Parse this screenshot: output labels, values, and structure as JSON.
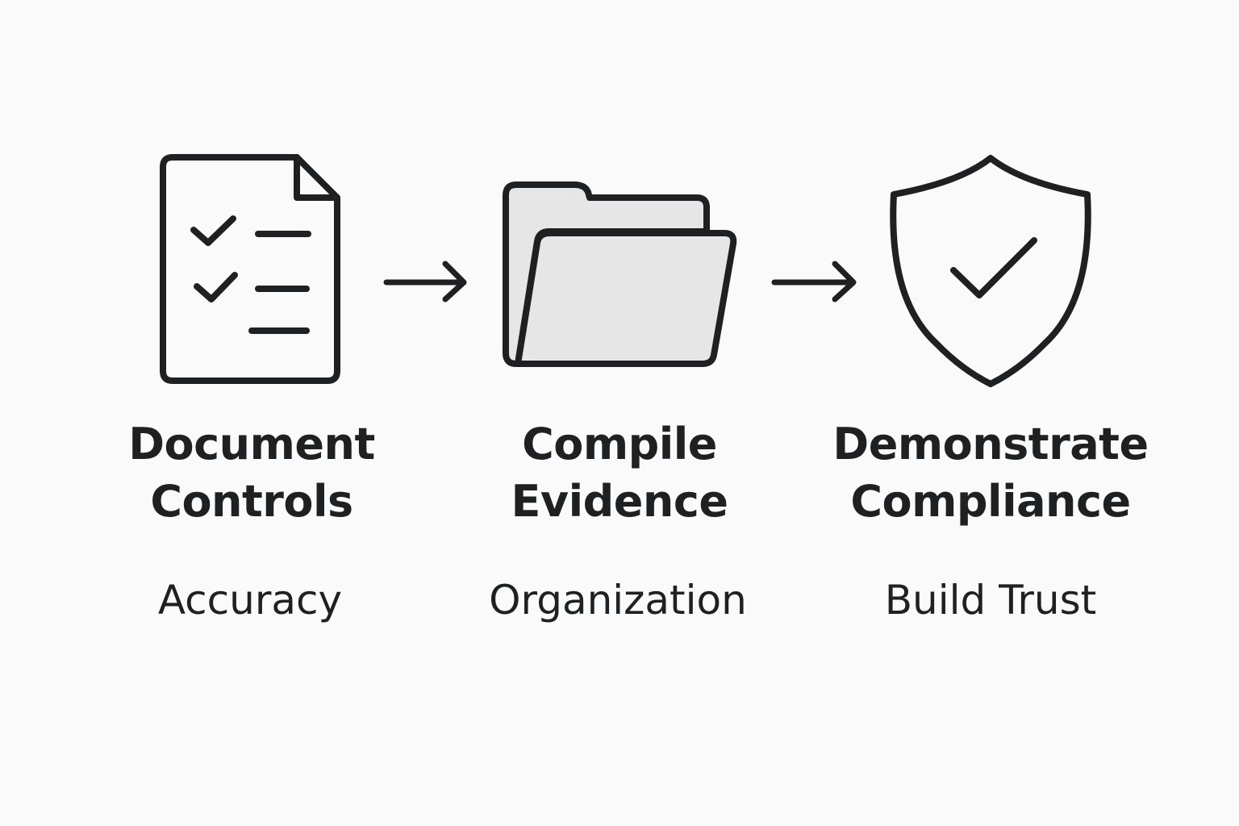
{
  "steps": [
    {
      "icon": "document-checklist-icon",
      "title_line1": "Document",
      "title_line2": "Controls",
      "subtitle": "Accuracy"
    },
    {
      "icon": "folder-icon",
      "title_line1": "Compile",
      "title_line2": "Evidence",
      "subtitle": "Organization"
    },
    {
      "icon": "shield-check-icon",
      "title_line1": "Demonstrate",
      "title_line2": "Compliance",
      "subtitle": "Build Trust"
    }
  ],
  "connectors": [
    "right-arrow-icon",
    "right-arrow-icon"
  ],
  "colors": {
    "background": "#fafafa",
    "stroke": "#1e2022",
    "folder_fill": "#e6e6e6"
  }
}
